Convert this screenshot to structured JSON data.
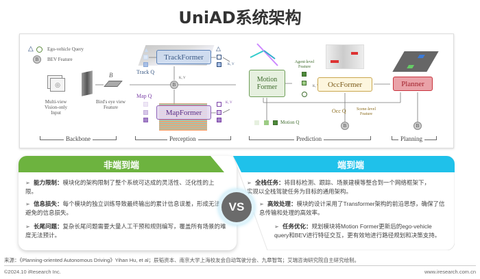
{
  "title": "UniAD系统架构",
  "diagram": {
    "legend": {
      "ego_query": "Ego-vehicle Query",
      "bev_feature": "BEV Feature",
      "b": "B"
    },
    "input_label": "Multi-view Vision-only Input",
    "bev_label": "Bird's eye view Feature",
    "bev_symbol": "B",
    "trackformer": "TrackFormer",
    "track_q": "Track Q",
    "mapformer": "MapFormer",
    "map_q": "Map Q",
    "kv": "K, V",
    "motionformer": "Motion Former",
    "motion_q": "Motion Q",
    "agent_feature": "Agent-level Feature",
    "occformer": "OccFormer",
    "occ_q": "Occ Q",
    "scene_feature": "Scene-level Feature",
    "planner": "Planner",
    "stages": [
      "Backbone",
      "Perception",
      "Prediction",
      "Planning"
    ]
  },
  "left_panel": {
    "header": "非端到端",
    "items": [
      {
        "title": "能力限制：",
        "text": "模块化的架构限制了整个系统可达成的灵活性、泛化性的上限。"
      },
      {
        "title": "信息损失：",
        "text": "每个模块的独立训练导致最终输出的累计信息误差，形成无法避免的信息损失。"
      },
      {
        "title": "长尾问题：",
        "text": "复杂长尾问题需要大量人工干预和规则编写，覆盖所有场景的难度无法预计。"
      }
    ]
  },
  "vs": "VS",
  "right_panel": {
    "header": "端到端",
    "items": [
      {
        "title": "全栈任务：",
        "text": "将目标检测、跟踪、场景建模等整合到一个网络框架下，实现以全栈驾驶任务为目标的通用架构。"
      },
      {
        "title": "高效处理：",
        "text": "模块的设计采用了Transformer架构的前沿思想，确保了信息传输和处理的高效率。"
      },
      {
        "title": "任务优化：",
        "text": "规划模块将Motion Former更新后的ego-vehicle query和BEV进行特征交互，更有效地进行路径规划和决策支持。"
      }
    ]
  },
  "footer": {
    "source": "来源：《Planning-oriented Autonomous Driving》Yihan Hu, et al；辰韬资本、南京大学上海校友会自动驾驶分会、九章智驾；艾瑞咨询研究院自主研究绘制。",
    "copyright": "©2024.10 iResearch Inc.",
    "website": "www.iresearch.com.cn"
  },
  "colors": {
    "green": "#6db33f",
    "cyan": "#1fc1ea",
    "track": "#c9daf0",
    "map": "#e4d8f0",
    "motion": "#e6f0df",
    "occ": "#fdf6de",
    "planner": "#eaa2a8"
  }
}
